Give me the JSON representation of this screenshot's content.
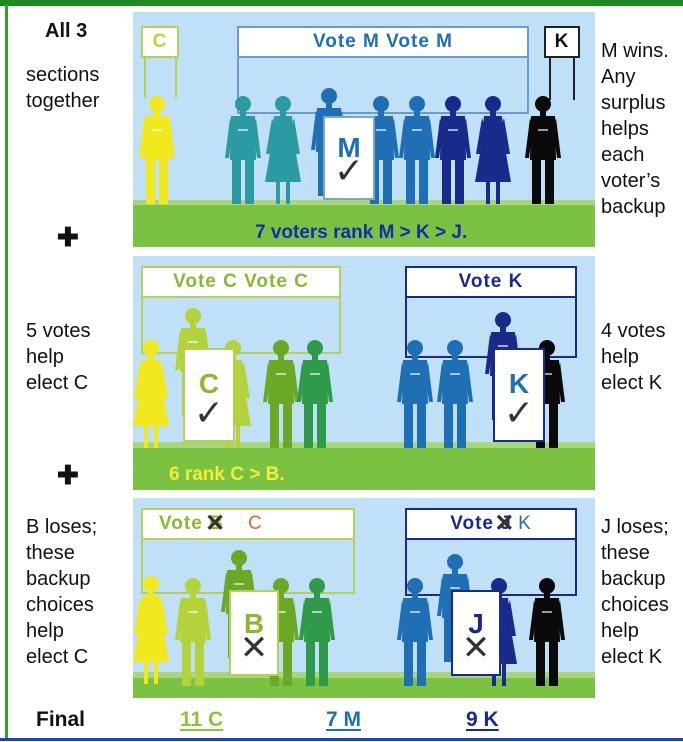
{
  "colors": {
    "c_yellow": "#f2e81e",
    "c_green_light": "#b4d23a",
    "c_green": "#6aa925",
    "c_green_dark": "#2e9a4a",
    "teal": "#2b9aa2",
    "m_blue": "#1f6fb5",
    "k_navy": "#1a2a8a",
    "j_black": "#0a0a0a",
    "caption_blue": "#1a2ab0",
    "caption_yellow": "#f4ee3a",
    "final_green": "#8ac43a",
    "final_blue": "#1f6fb5",
    "final_navy": "#1a2a8a",
    "strike_orange": "#e06a1a"
  },
  "sections": {
    "top": {
      "left_text": [
        "All 3",
        "sections",
        "together"
      ],
      "right_text": [
        "M wins.",
        "Any",
        "surplus",
        "helps",
        "each",
        "voter’s",
        "backup"
      ],
      "sign_c": "C",
      "sign_m": "Vote M  Vote M",
      "sign_k": "K",
      "ballot_letter": "M",
      "ballot_mark": "✓",
      "caption": "7 voters rank M > K > J."
    },
    "middle": {
      "left_text": [
        "5 votes",
        "help",
        "elect C"
      ],
      "right_text": [
        "4 votes",
        "help",
        "elect K"
      ],
      "sign_c": "Vote C   Vote C",
      "sign_k": "Vote K",
      "ballot_c_letter": "C",
      "ballot_k_letter": "K",
      "ballot_mark": "✓",
      "caption": "6 rank C > B."
    },
    "bottom": {
      "left_text": [
        "B loses;",
        "these",
        "backup",
        "choices",
        "help",
        "elect C"
      ],
      "right_text": [
        "J loses;",
        "these",
        "backup",
        "choices",
        "help",
        "elect K"
      ],
      "sign_c_vote": "Vote",
      "sign_c_struck": "B",
      "sign_c_new": "C",
      "sign_k_vote": "Vote",
      "sign_k_struck": "J",
      "sign_k_new": "K",
      "ballot_b_letter": "B",
      "ballot_j_letter": "J",
      "ballot_mark": "✕",
      "cross": "✕"
    }
  },
  "plus_sign": "✚",
  "final": {
    "label": "Final",
    "c": "11 C",
    "m": "7 M",
    "k": "9 K"
  }
}
